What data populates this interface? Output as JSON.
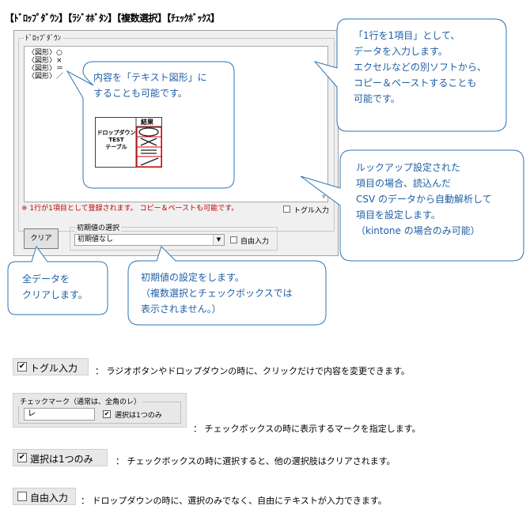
{
  "title": "【ﾄﾞﾛｯﾌﾟﾀﾞｳﾝ】【ﾗｼﾞｵﾎﾞﾀﾝ】【複数選択】【ﾁｪｯｸﾎﾞｯｸｽ】",
  "dialog": {
    "group_label": "ﾄﾞﾛｯﾌﾟﾀﾞｳﾝ",
    "list_items": [
      "〈図形〉○",
      "〈図形〉×",
      "〈図形〉＝",
      "〈図形〉／"
    ],
    "note": "※ 1行が1項目として登録されます。 コピー＆ペーストも可能です。",
    "toggle_label": "トグル入力",
    "clear_button": "クリア",
    "initial_group_label": "初期値の選択",
    "initial_value": "初期値なし",
    "free_input_label": "自由入力"
  },
  "table_image": {
    "header": "結果",
    "lines": [
      "ドロップダウン",
      "TEST",
      "テーブル"
    ]
  },
  "callouts": {
    "top_right": [
      "「1行を1項目」として、",
      "データを入力します。",
      "エクセルなどの別ソフトから、",
      "コピー＆ペーストすることも",
      "可能です。"
    ],
    "middle": [
      "内容を「テキスト図形」に",
      "することも可能です。"
    ],
    "right": [
      "ルックアップ設定された",
      "項目の場合、読込んだ",
      "CSV のデータから自動解析して",
      "項目を設定します。",
      "（kintone の場合のみ可能）"
    ],
    "bottom_left": [
      "全データを",
      "クリアします。"
    ],
    "bottom_middle": [
      "初期値の設定をします。",
      "（複数選択とチェックボックスでは",
      "表示されません。）"
    ]
  },
  "explanations": {
    "toggle": {
      "label": "トグル入力",
      "desc": "： ラジオボタンやドロップダウンの時に、クリックだけで内容を変更できます。"
    },
    "checkmark": {
      "group_label": "チェックマーク（通常は、全角のレ）",
      "value": "レ",
      "single_label": "選択は1つのみ",
      "desc": "： チェックボックスの時に表示するマークを指定します。"
    },
    "single": {
      "label": "選択は1つのみ",
      "desc": "： チェックボックスの時に選択すると、他の選択肢はクリアされます。"
    },
    "free": {
      "label": "自由入力",
      "desc": "： ドロップダウンの時に、選択のみでなく、自由にテキストが入力できます。"
    }
  },
  "colors": {
    "callout_fill": "#ffffff",
    "callout_stroke": "#2e75b6",
    "callout_text": "#1f5fa5",
    "note_red": "#c00000",
    "table_red": "#e00000"
  }
}
